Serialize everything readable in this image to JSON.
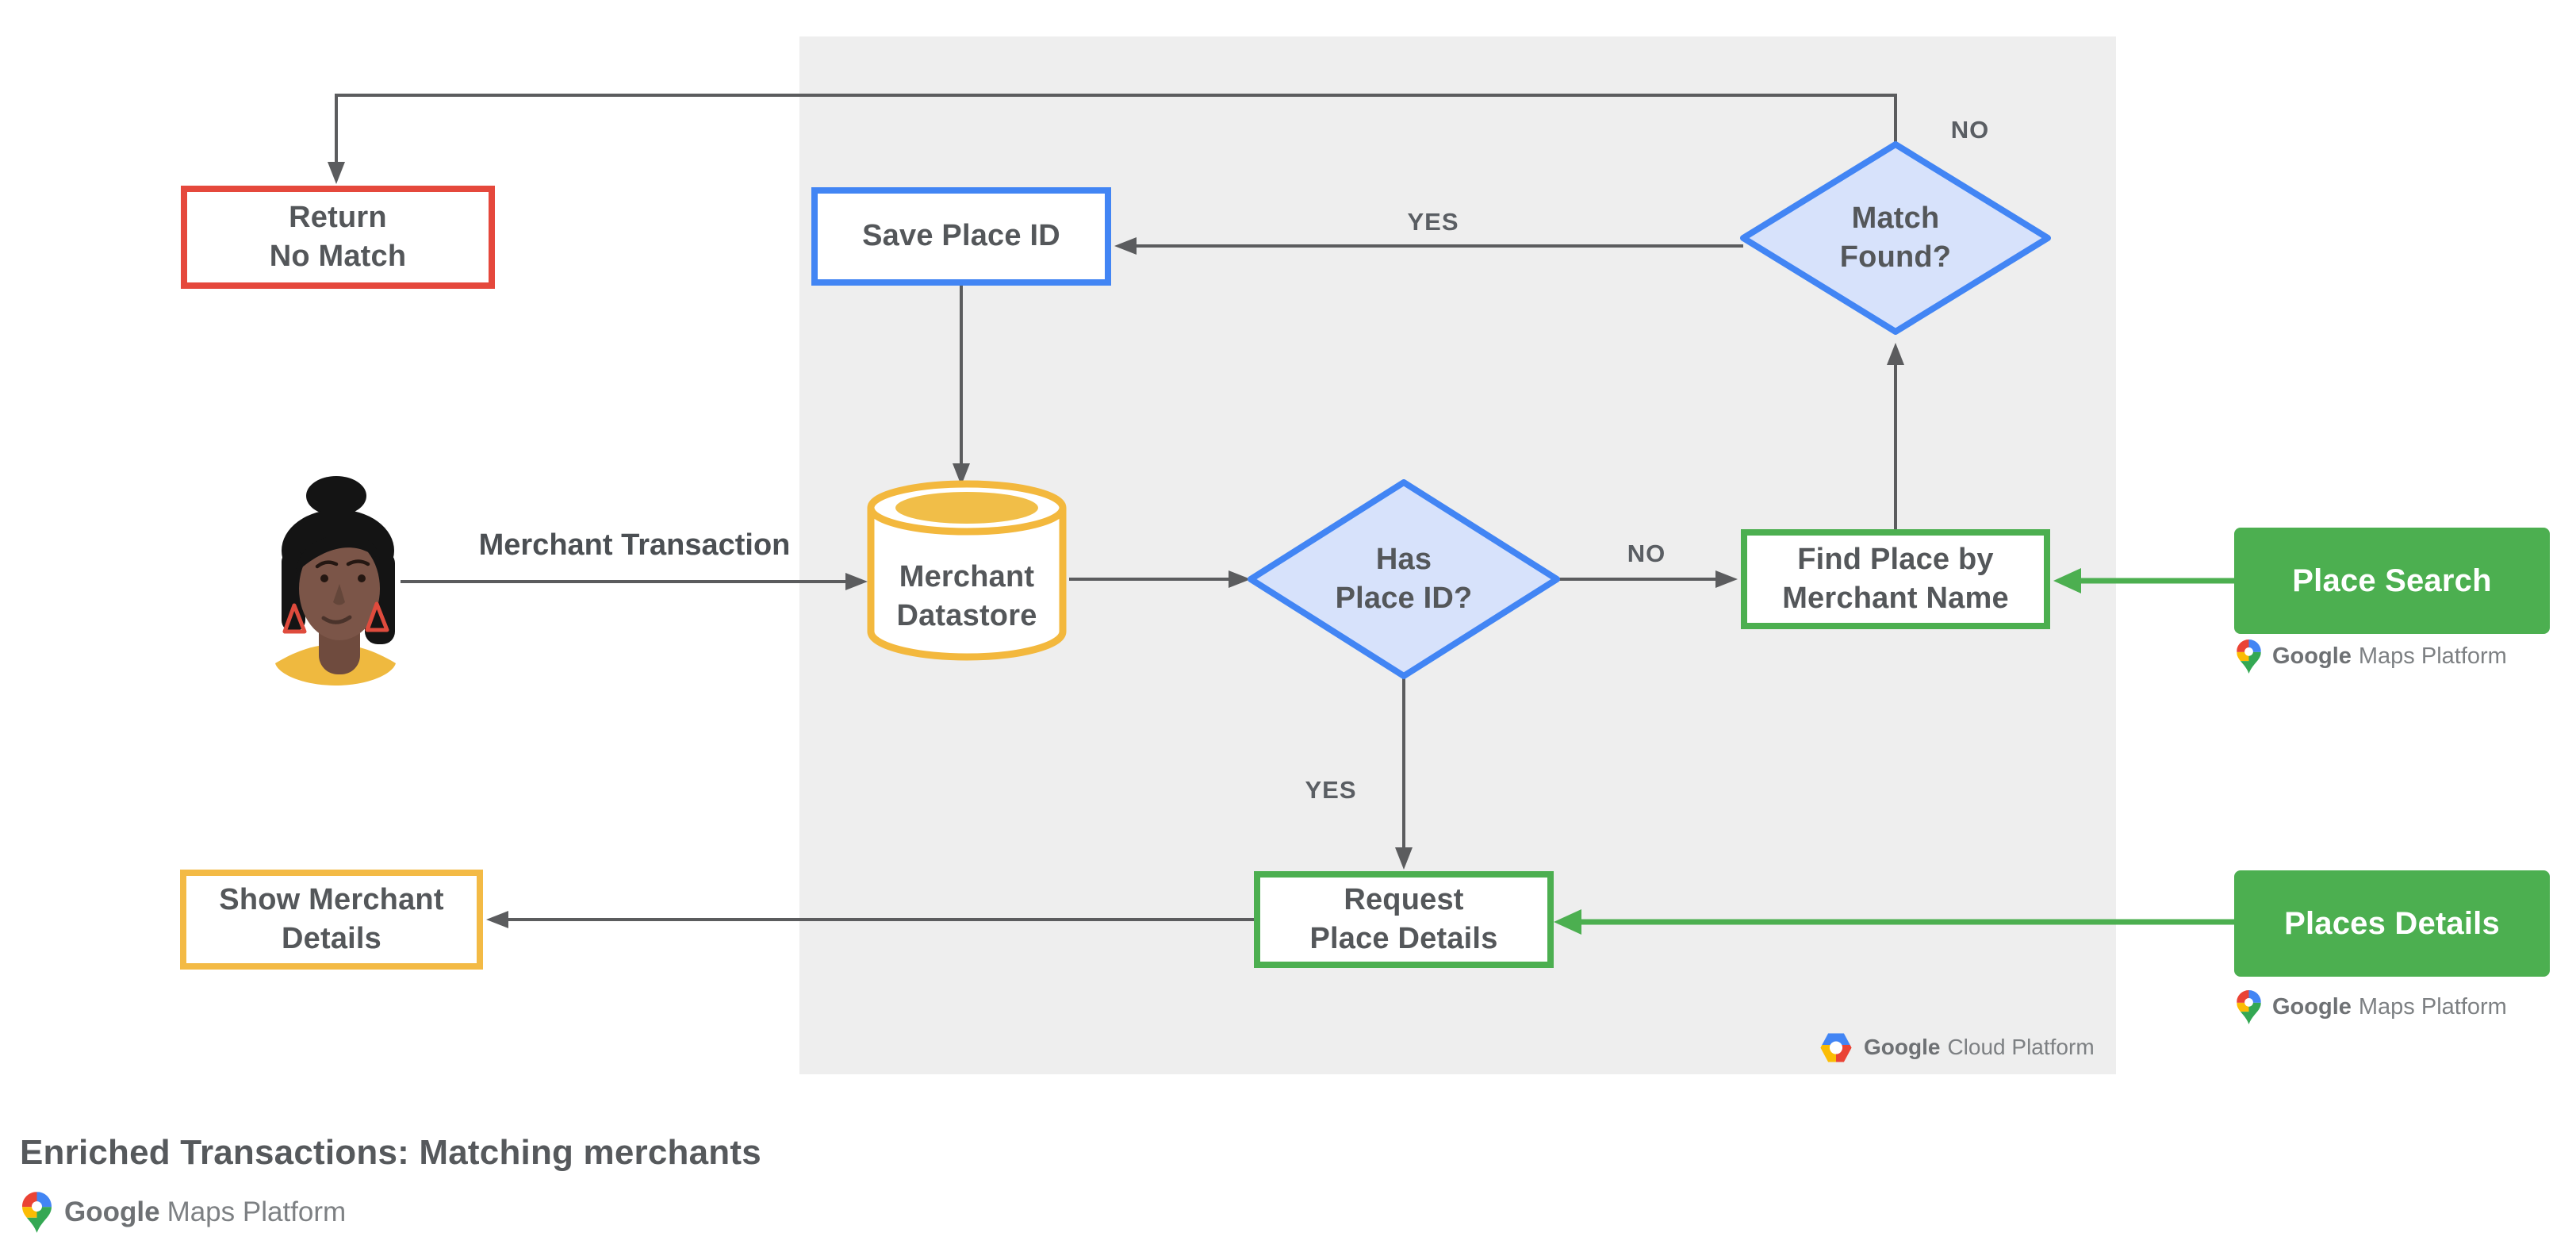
{
  "diagram": {
    "title": "Enriched Transactions: Matching merchants"
  },
  "colors": {
    "red": "#e5483c",
    "blue": "#4285f4",
    "blue_fill": "#d7e2fb",
    "yellow": "#f3ba45",
    "green": "#4caf50",
    "gray_line": "#5b5c5e",
    "panel": "#eeeeee"
  },
  "nodes": {
    "return_no_match": {
      "label": "Return\nNo Match",
      "shape": "rectangle",
      "accent": "#e5483c"
    },
    "save_place_id": {
      "label": "Save Place ID",
      "shape": "rectangle",
      "accent": "#4285f4"
    },
    "merchant_datastore": {
      "label": "Merchant\nDatastore",
      "shape": "cylinder",
      "accent": "#f3ba45"
    },
    "has_place_id": {
      "label": "Has\nPlace ID?",
      "shape": "diamond",
      "accent": "#4285f4"
    },
    "match_found": {
      "label": "Match\nFound?",
      "shape": "diamond",
      "accent": "#4285f4"
    },
    "find_place": {
      "label": "Find Place by\nMerchant Name",
      "shape": "rectangle",
      "accent": "#4caf50"
    },
    "request_place_details": {
      "label": "Request\nPlace Details",
      "shape": "rectangle",
      "accent": "#4caf50"
    },
    "show_merchant_details": {
      "label": "Show Merchant\nDetails",
      "shape": "rectangle",
      "accent": "#f3ba45"
    },
    "place_search": {
      "label": "Place Search",
      "shape": "filled-rectangle",
      "accent": "#4caf50"
    },
    "places_details": {
      "label": "Places Details",
      "shape": "filled-rectangle",
      "accent": "#4caf50"
    }
  },
  "edges": [
    {
      "id": "merchant_transaction",
      "from": "user",
      "to": "merchant_datastore",
      "label": "Merchant Transaction"
    },
    {
      "id": "datastore_to_has_place_id",
      "from": "merchant_datastore",
      "to": "has_place_id",
      "label": ""
    },
    {
      "id": "has_place_id_no",
      "from": "has_place_id",
      "to": "find_place",
      "label": "NO"
    },
    {
      "id": "has_place_id_yes",
      "from": "has_place_id",
      "to": "request_place_details",
      "label": "YES"
    },
    {
      "id": "find_place_to_match_found",
      "from": "find_place",
      "to": "match_found",
      "label": ""
    },
    {
      "id": "match_found_yes",
      "from": "match_found",
      "to": "save_place_id",
      "label": "YES"
    },
    {
      "id": "match_found_no",
      "from": "match_found",
      "to": "return_no_match",
      "label": "NO"
    },
    {
      "id": "save_place_id_to_datastore",
      "from": "save_place_id",
      "to": "merchant_datastore",
      "label": ""
    },
    {
      "id": "request_to_show",
      "from": "request_place_details",
      "to": "show_merchant_details",
      "label": ""
    },
    {
      "id": "place_search_to_find_place",
      "from": "place_search",
      "to": "find_place",
      "label": ""
    },
    {
      "id": "places_details_to_request",
      "from": "places_details",
      "to": "request_place_details",
      "label": ""
    }
  ],
  "branding": {
    "maps_platform": {
      "brand": "Google",
      "product": "Maps Platform"
    },
    "cloud_platform": {
      "brand": "Google",
      "product": "Cloud Platform"
    }
  }
}
